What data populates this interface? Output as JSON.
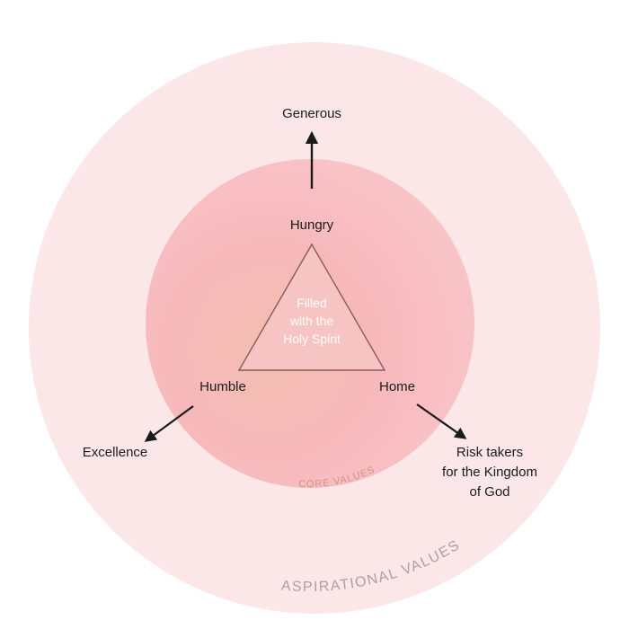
{
  "diagram": {
    "center_text": [
      "Filled",
      "with the",
      "Holy Spirit"
    ],
    "core_values": [
      "Hungry",
      "Humble",
      "Home"
    ],
    "aspirational_values": [
      "Generous",
      "Excellence",
      "Risk takers",
      "for the Kingdom",
      "of God"
    ],
    "inner_circle_label": "CORE VALUES",
    "outer_circle_label": "ASPIRATIONAL VALUES"
  },
  "colors": {
    "outer_circle": "#fbe6e8",
    "inner_circle": "#f7b9b8",
    "inner_circle_warm": "#efc3a6",
    "triangle_fill": "#f6c4c2",
    "triangle_stroke": "#8a5b56",
    "center_text": "#ffffff",
    "core_label": "#cf9487",
    "aspirational_label": "#b89aa6",
    "text": "#1c1c1c",
    "arrow": "#1a1a1a"
  }
}
